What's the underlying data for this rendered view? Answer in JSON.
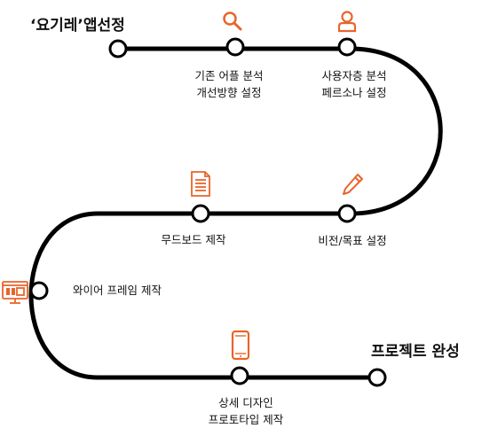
{
  "title": "‘요기레’앱선정",
  "end_label": "프로젝트 완성",
  "accent_color": "#E8652A",
  "steps": [
    {
      "line1": "기존 어플 분석",
      "line2": "개선방향 설정",
      "icon": "search-icon"
    },
    {
      "line1": "사용자층 분석",
      "line2": "페르소나 설정",
      "icon": "user-icon"
    },
    {
      "line1": "비전/목표 설정",
      "icon": "pencil-icon"
    },
    {
      "line1": "무드보드 제작",
      "icon": "document-icon"
    },
    {
      "line1": "와이어 프레임 제작",
      "icon": "monitor-icon"
    },
    {
      "line1": "상세 디자인",
      "line2": "프로토타입 제작",
      "icon": "smartphone-icon"
    }
  ]
}
